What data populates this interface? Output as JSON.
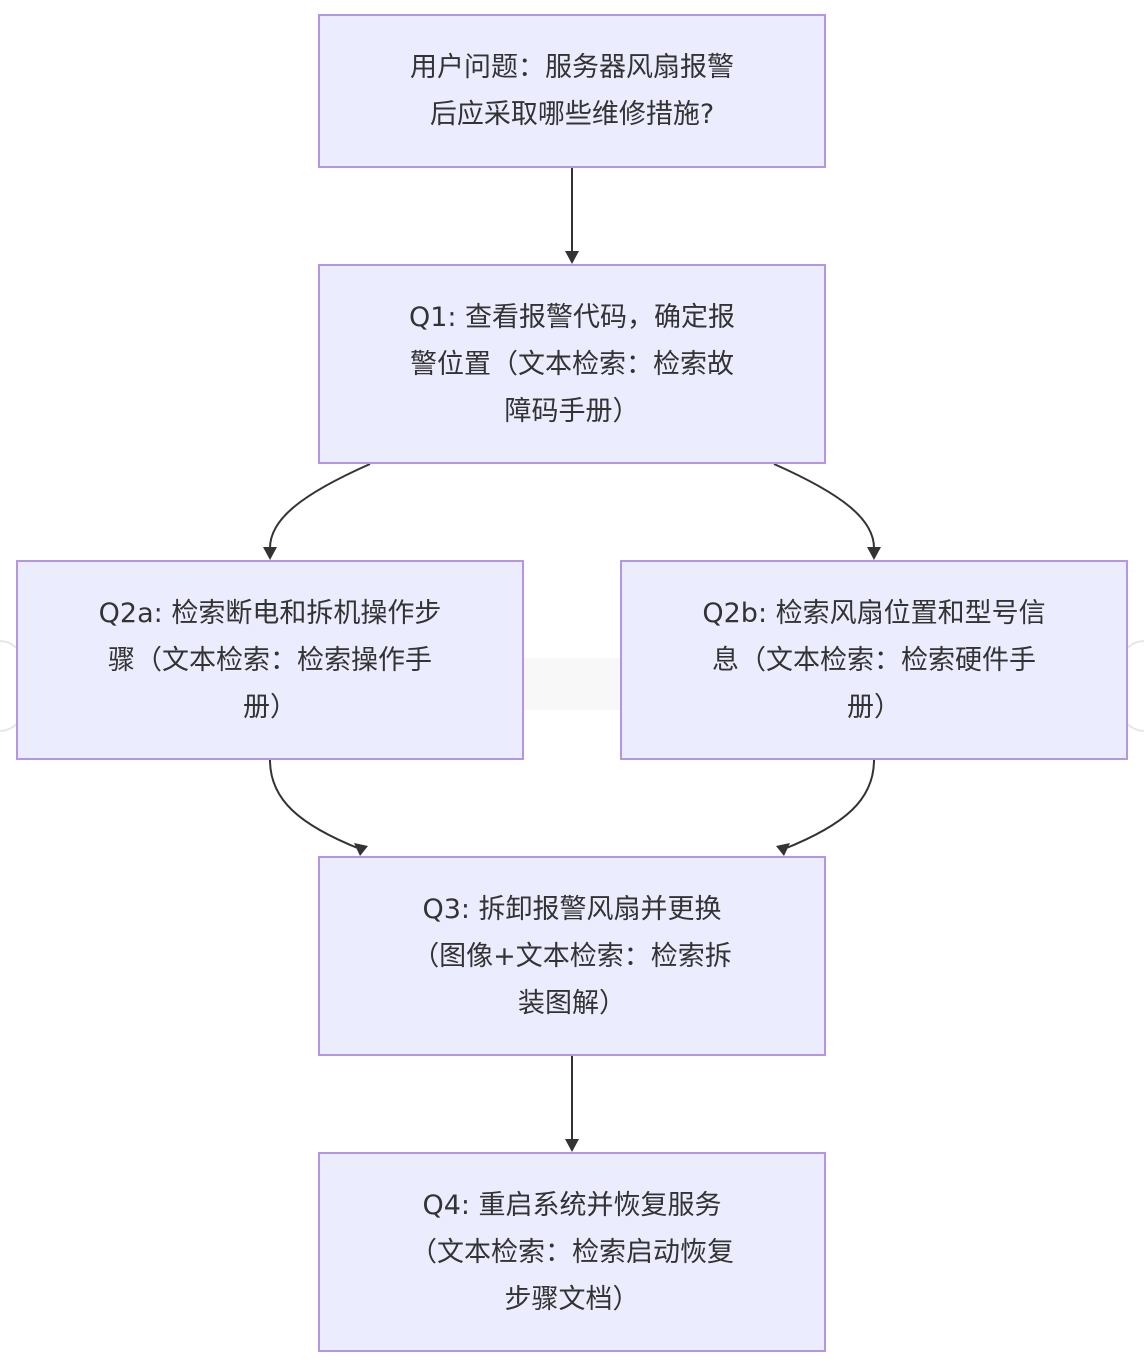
{
  "nodes": {
    "question": {
      "lines": [
        "用户问题：服务器风扇报警",
        "后应采取哪些维修措施?"
      ]
    },
    "q1": {
      "lines": [
        "Q1: 查看报警代码，确定报",
        "警位置（文本检索：检索故",
        "障码手册）"
      ]
    },
    "q2a": {
      "lines": [
        "Q2a: 检索断电和拆机操作步",
        "骤（文本检索：检索操作手",
        "册）"
      ]
    },
    "q2b": {
      "lines": [
        "Q2b: 检索风扇位置和型号信",
        "息（文本检索：检索硬件手",
        "册）"
      ]
    },
    "q3": {
      "lines": [
        "Q3: 拆卸报警风扇并更换",
        "（图像+文本检索：检索拆",
        "装图解）"
      ]
    },
    "q4": {
      "lines": [
        "Q4: 重启系统并恢复服务",
        "（文本检索：检索启动恢复",
        "步骤文档）"
      ]
    }
  },
  "edges": [
    {
      "from": "question",
      "to": "q1"
    },
    {
      "from": "q1",
      "to": "q2a"
    },
    {
      "from": "q1",
      "to": "q2b"
    },
    {
      "from": "q2a",
      "to": "q3"
    },
    {
      "from": "q2b",
      "to": "q3"
    },
    {
      "from": "q3",
      "to": "q4"
    }
  ],
  "colors": {
    "node_fill": "#ececff",
    "node_border": "#b396e6",
    "edge": "#333333",
    "text": "#333333"
  }
}
